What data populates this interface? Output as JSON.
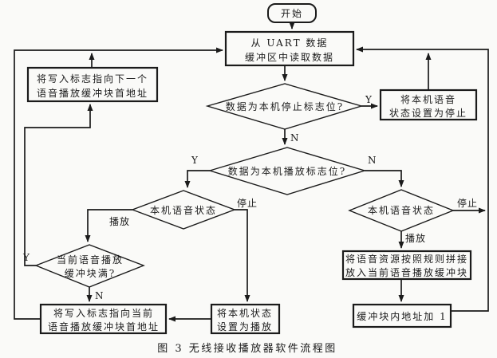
{
  "page": {
    "caption": "图 3  无线接收播放器软件流程图",
    "ink_color": "#1b1b1b",
    "paper_color": "#fafaf8"
  },
  "nodes": {
    "start": {
      "label": "开始"
    },
    "read_uart": {
      "line1": "从 UART 数据",
      "line2": "缓冲区中读取数据"
    },
    "check_stop_flag": {
      "label": "数据为本机停止标志位?"
    },
    "set_voice_stop": {
      "line1": "将本机语音",
      "line2": "状态设置为停止"
    },
    "check_play_flag": {
      "label": "数据为本机播放标志位?"
    },
    "voice_state_left": {
      "label": "本机语音状态"
    },
    "buffer_full": {
      "line1": "当前语音播放",
      "line2": "缓冲块满?"
    },
    "point_next_block": {
      "line1": "将写入标志指向下一个",
      "line2": "语音播放缓冲块首地址"
    },
    "point_current_block": {
      "line1": "将写入标志指向当前",
      "line2": "语音播放缓冲块首地址"
    },
    "set_state_play": {
      "line1": "将本机状态",
      "line2": "设置为播放"
    },
    "voice_state_right": {
      "label": "本机语音状态"
    },
    "splice_voice": {
      "line1": "将语音资源按照规则拼接",
      "line2": "放入当前语音播放缓冲块"
    },
    "addr_plus_one": {
      "label": "缓冲块内地址加 1"
    }
  },
  "edge_labels": {
    "stop_flag_yes": "Y",
    "stop_flag_no": "N",
    "play_flag_yes": "Y",
    "play_flag_no": "N",
    "left_state_play": "播放",
    "left_state_stop": "停止",
    "buffer_full_yes": "Y",
    "buffer_full_no": "N",
    "right_state_stop": "停止",
    "right_state_play": "播放"
  }
}
